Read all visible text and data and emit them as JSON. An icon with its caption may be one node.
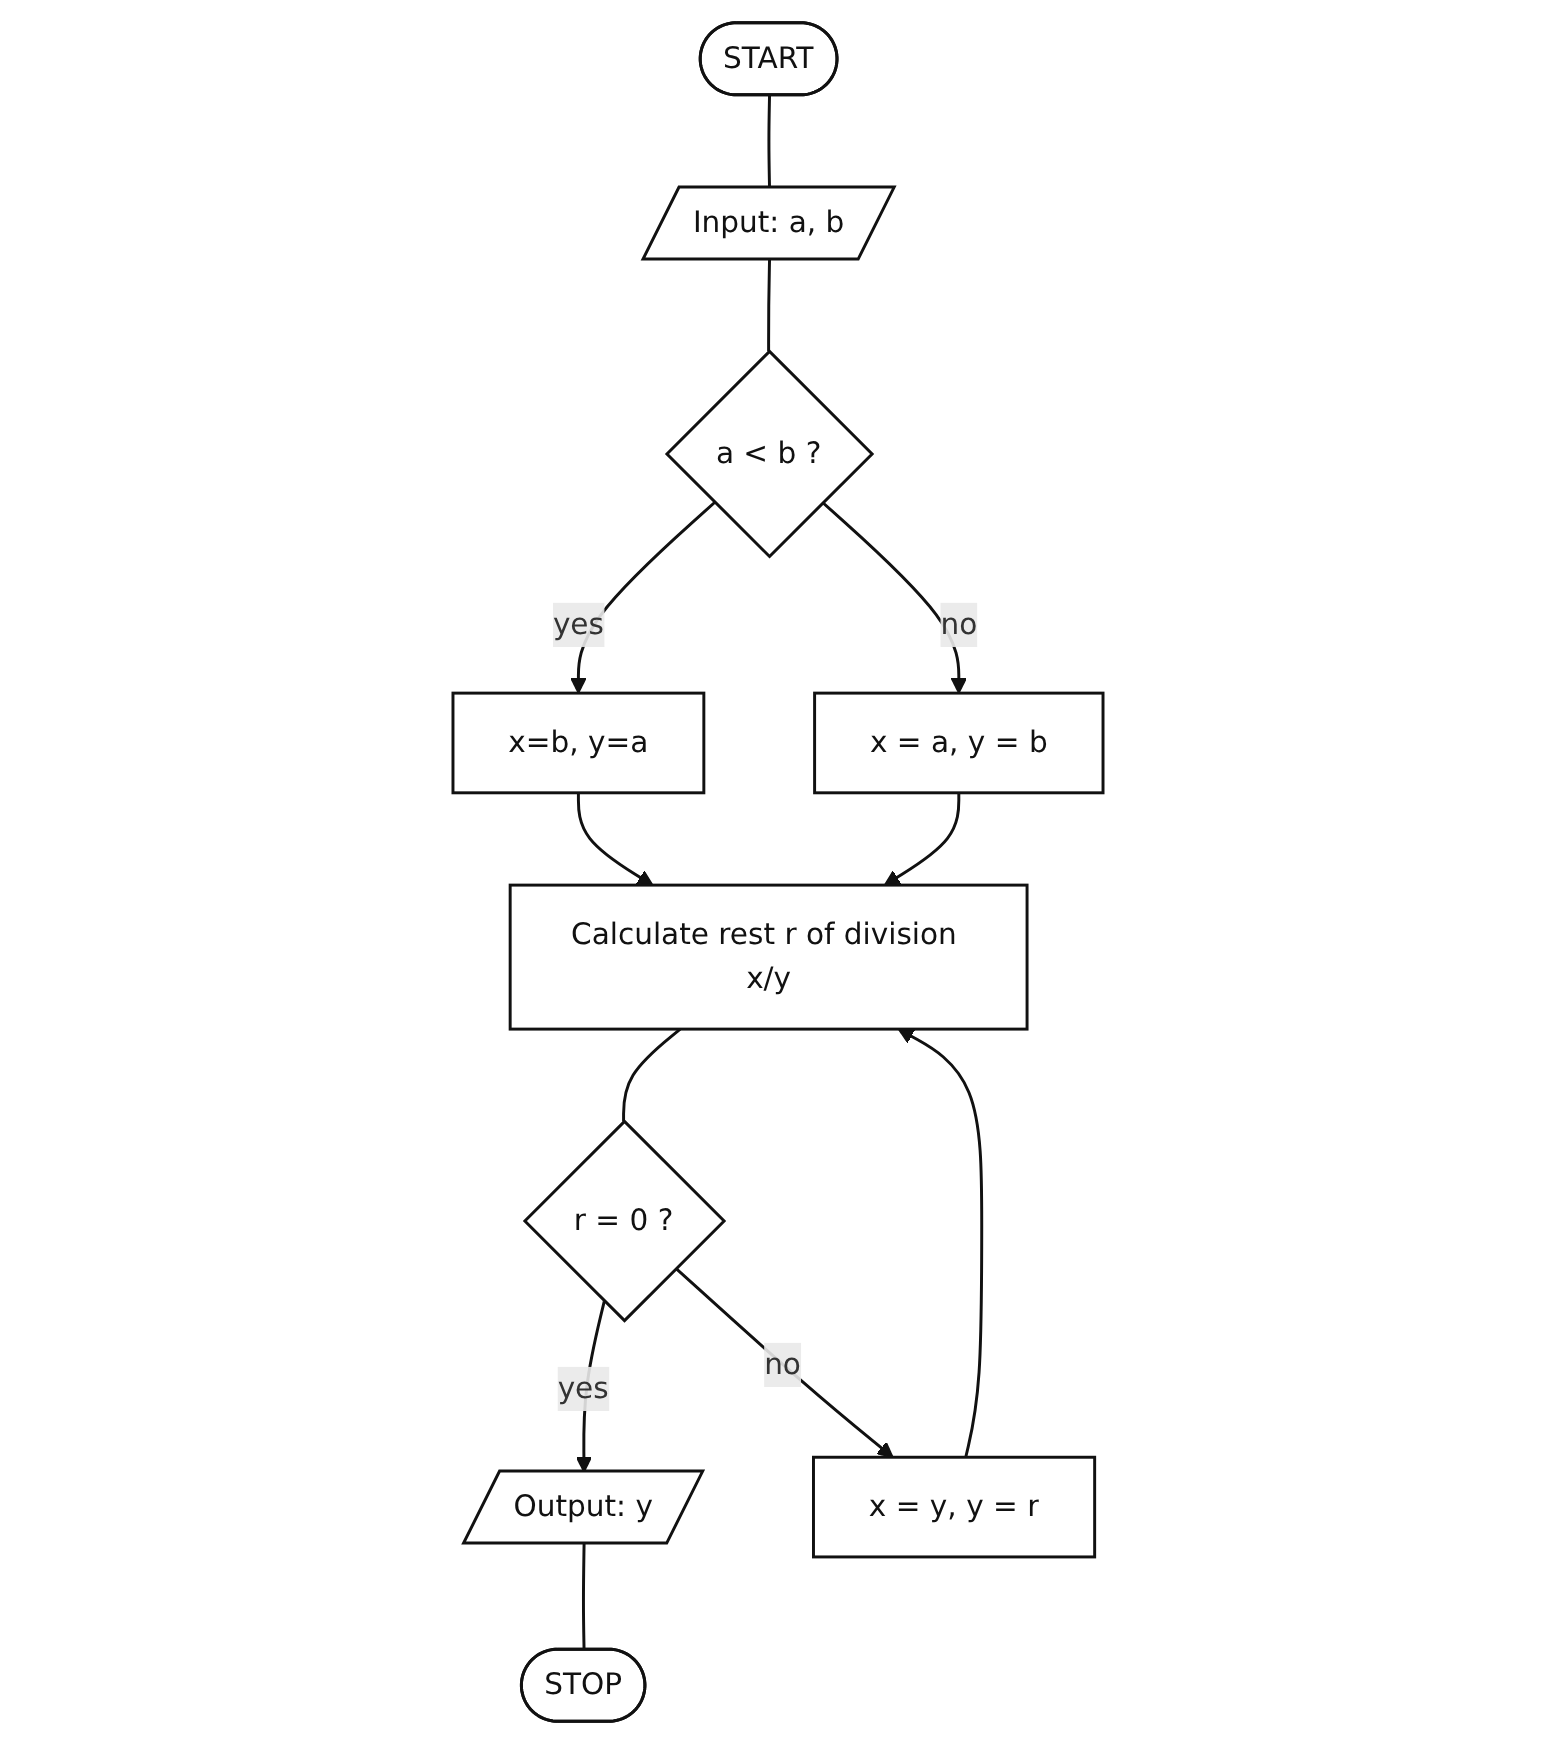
{
  "diagram": {
    "nodes": [
      {
        "text": [
          "START"
        ]
      },
      {
        "text": [
          "Input: a, b"
        ]
      },
      {
        "text": [
          "a < b ?"
        ]
      },
      {
        "text": [
          "x=b, y=a"
        ]
      },
      {
        "text": [
          "x = a, y = b"
        ]
      },
      {
        "text": [
          "Calculate rest r of division x/y"
        ]
      },
      {
        "text": [
          "r = 0 ?"
        ]
      },
      {
        "text": [
          "Output: y"
        ]
      },
      {
        "text": [
          "x = y, y = r"
        ]
      },
      {
        "text": [
          "STOP"
        ]
      }
    ],
    "edges": [
      {
        "from": 0,
        "to": 1,
        "arrow": "none"
      },
      {
        "from": 1,
        "to": 2,
        "arrow": "none"
      },
      {
        "from": 2,
        "to": 3,
        "arrow": "to",
        "label": "yes"
      },
      {
        "from": 2,
        "to": 4,
        "arrow": "to",
        "label": "no"
      },
      {
        "from": 3,
        "to": 5,
        "arrow": "to"
      },
      {
        "from": 4,
        "to": 5,
        "arrow": "to"
      },
      {
        "from": 5,
        "to": 6,
        "arrow": "none"
      },
      {
        "from": 6,
        "to": 7,
        "arrow": "to",
        "label": "yes"
      },
      {
        "from": 6,
        "to": 8,
        "arrow": "to",
        "label": "no"
      },
      {
        "from": 8,
        "to": 5,
        "arrow": "to"
      },
      {
        "from": 7,
        "to": 9,
        "arrow": "none"
      }
    ]
  }
}
